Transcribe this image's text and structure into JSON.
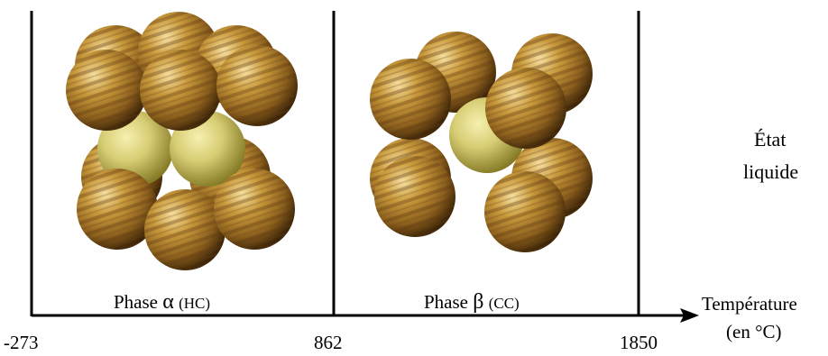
{
  "phase_alpha": {
    "name": "Phase",
    "symbol": "α",
    "structure": "(HC)"
  },
  "phase_beta": {
    "name": "Phase",
    "symbol": "β",
    "structure": "(CC)"
  },
  "liquid": {
    "line1": "État",
    "line2": "liquide"
  },
  "axis": {
    "label_line1": "Température",
    "label_line2": "(en °C)"
  },
  "ticks": [
    "-273",
    "862",
    "1850"
  ],
  "colors": {
    "sphere_gold": "#b98a2e",
    "sphere_dark": "#5a3a10",
    "center_sphere": "#d9cf76",
    "line": "#000000"
  }
}
